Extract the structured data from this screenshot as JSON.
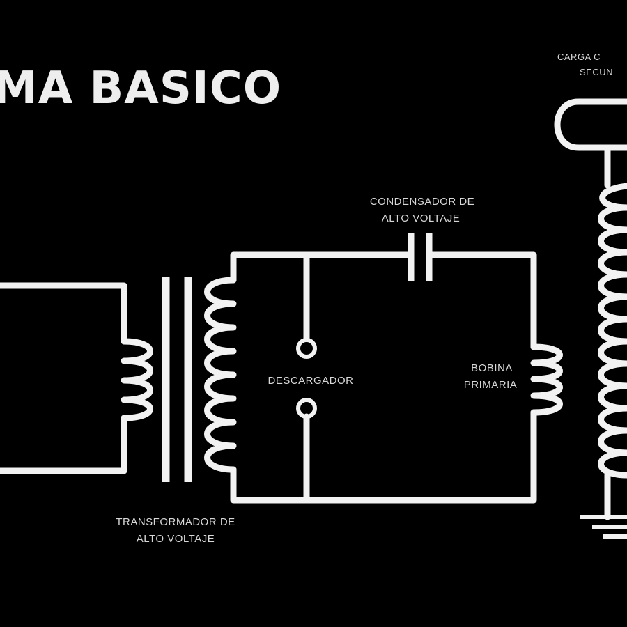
{
  "diagram": {
    "title": "MA BASICO",
    "labels": {
      "condenser_line1": "CONDENSADOR DE",
      "condenser_line2": "ALTO VOLTAJE",
      "transformer_line1": "TRANSFORMADOR DE",
      "transformer_line2": "ALTO VOLTAJE",
      "spark_gap": "DESCARGADOR",
      "primary_line1": "BOBINA",
      "primary_line2": "PRIMARIA",
      "top_load_line1": "CARGA C",
      "top_load_line2": "SECUN"
    },
    "colors": {
      "background": "#000000",
      "lines": "#f2f2f2",
      "text": "#d8d8d8"
    }
  }
}
